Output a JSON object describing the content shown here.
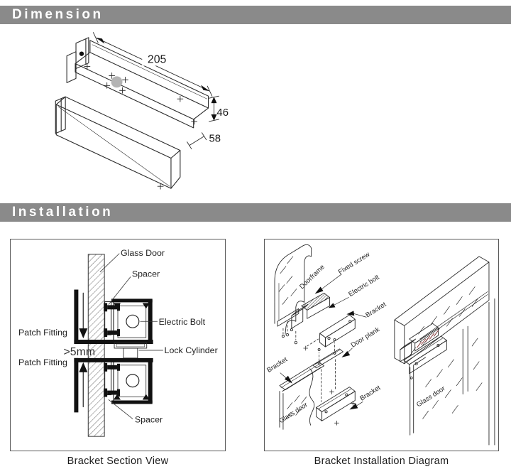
{
  "colors": {
    "header_bg": "#8a8a8a",
    "header_text": "#ffffff",
    "line": "#2a2a2a",
    "hole_fill": "#b4b4b4",
    "coil_red": "#8b4040"
  },
  "sections": {
    "dimension": {
      "title": "Dimension"
    },
    "installation": {
      "title": "Installation"
    }
  },
  "dimension_figure": {
    "dims": {
      "length": "205",
      "height": "46",
      "depth": "58"
    }
  },
  "section_view": {
    "caption": "Bracket Section View",
    "labels": {
      "glass_door": "Glass Door",
      "spacer_top": "Spacer",
      "electric_bolt": "Electric Bolt",
      "patch_fitting_top": "Patch Fitting",
      "gap": ">5mm",
      "lock_cylinder": "Lock Cylinder",
      "patch_fitting_bottom": "Patch Fitting",
      "spacer_bottom": "Spacer"
    }
  },
  "installation_diagram": {
    "caption": "Bracket Installation Diagram",
    "labels": {
      "doorframe": "Doorframe",
      "fixed_screw": "Fixed screw",
      "electric_bolt": "Electric bolt",
      "bracket_top": "Bracket",
      "door_plank": "Door plank",
      "bracket_left": "Bracket",
      "bracket_right": "Bracket",
      "glass_door_left": "Glass door",
      "glass_door_right": "Glass door"
    }
  }
}
